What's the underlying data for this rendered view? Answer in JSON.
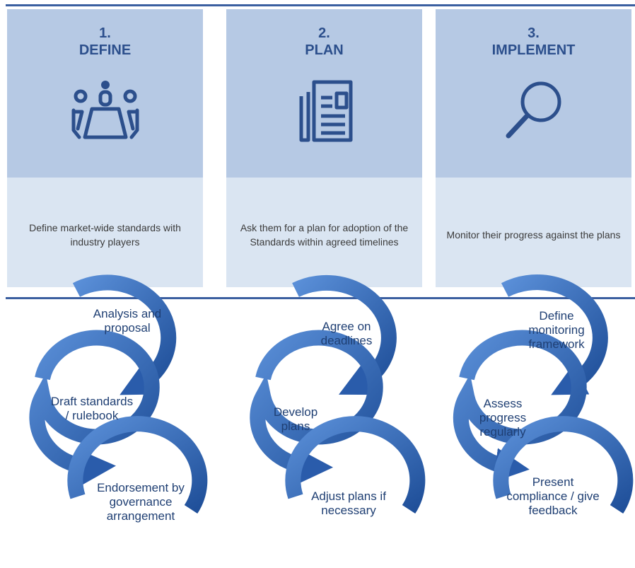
{
  "columns": [
    {
      "number": "1.",
      "title": "DEFINE",
      "icon": "meeting-table-icon",
      "description": "Define market-wide standards with industry players",
      "steps": [
        "Analysis and proposal",
        "Draft standards / rulebook",
        "Endorsement by governance arrangement"
      ]
    },
    {
      "number": "2.",
      "title": "PLAN",
      "icon": "document-icon",
      "description": "Ask them for a plan for adoption of the Standards within agreed timelines",
      "steps": [
        "Agree on deadlines",
        "Develop plans",
        "Adjust plans if necessary"
      ]
    },
    {
      "number": "3.",
      "title": "IMPLEMENT",
      "icon": "magnifier-icon",
      "description": "Monitor their progress against the plans",
      "steps": [
        "Define monitoring framework",
        "Assess progress regularly",
        "Present compliance / give feedback"
      ]
    }
  ],
  "colors": {
    "header_bg": "#b6c9e4",
    "body_bg": "#dae5f2",
    "accent": "#2c4f8c",
    "ring": "#3d73c4",
    "ring_dark": "#1f4f99"
  }
}
